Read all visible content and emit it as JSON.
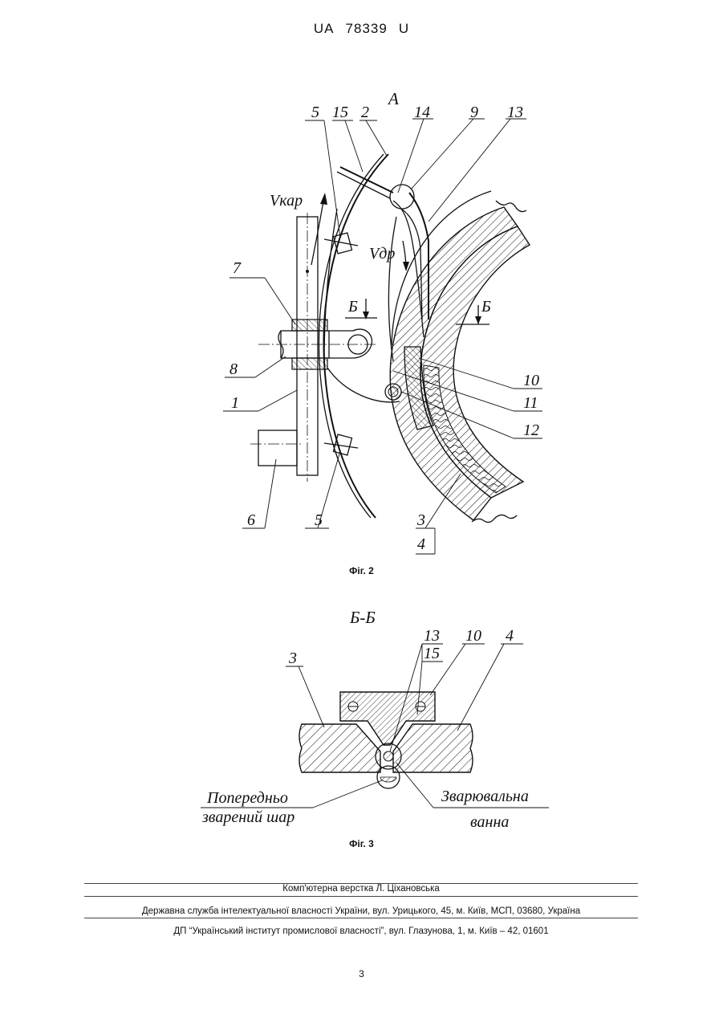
{
  "header": {
    "country": "UA",
    "number": "78339",
    "kind": "U"
  },
  "figure2": {
    "view_label": "A",
    "caption": "Фіг. 2",
    "labels": {
      "l5a": "5",
      "l15": "15",
      "l2": "2",
      "l14": "14",
      "l9": "9",
      "l13": "13",
      "vkar": "Vкар",
      "vdr": "Vдр",
      "l7": "7",
      "b_left": "Б",
      "b_right": "Б",
      "l8": "8",
      "l1": "1",
      "l10": "10",
      "l11": "11",
      "l12": "12",
      "l6": "6",
      "l5b": "5",
      "l3": "3",
      "l4": "4"
    }
  },
  "figure3": {
    "section_label": "Б-Б",
    "caption": "Фіг. 3",
    "labels": {
      "l13": "13",
      "l15": "15",
      "l10": "10",
      "l4": "4",
      "l3": "3",
      "prev_line1": "Попередньо",
      "prev_line2": "зварений шар",
      "pool_line1": "Зварювальна",
      "pool_line2": "ванна"
    }
  },
  "footer": {
    "compiler": "Комп'ютерна верстка Л. Ціхановська",
    "office": "Державна служба інтелектуальної власності України, вул. Урицького, 45, м. Київ, МСП, 03680, Україна",
    "institute": "ДП “Український інститут промислової власності”, вул. Глазунова, 1, м. Київ – 42, 01601"
  },
  "page_number": "3"
}
